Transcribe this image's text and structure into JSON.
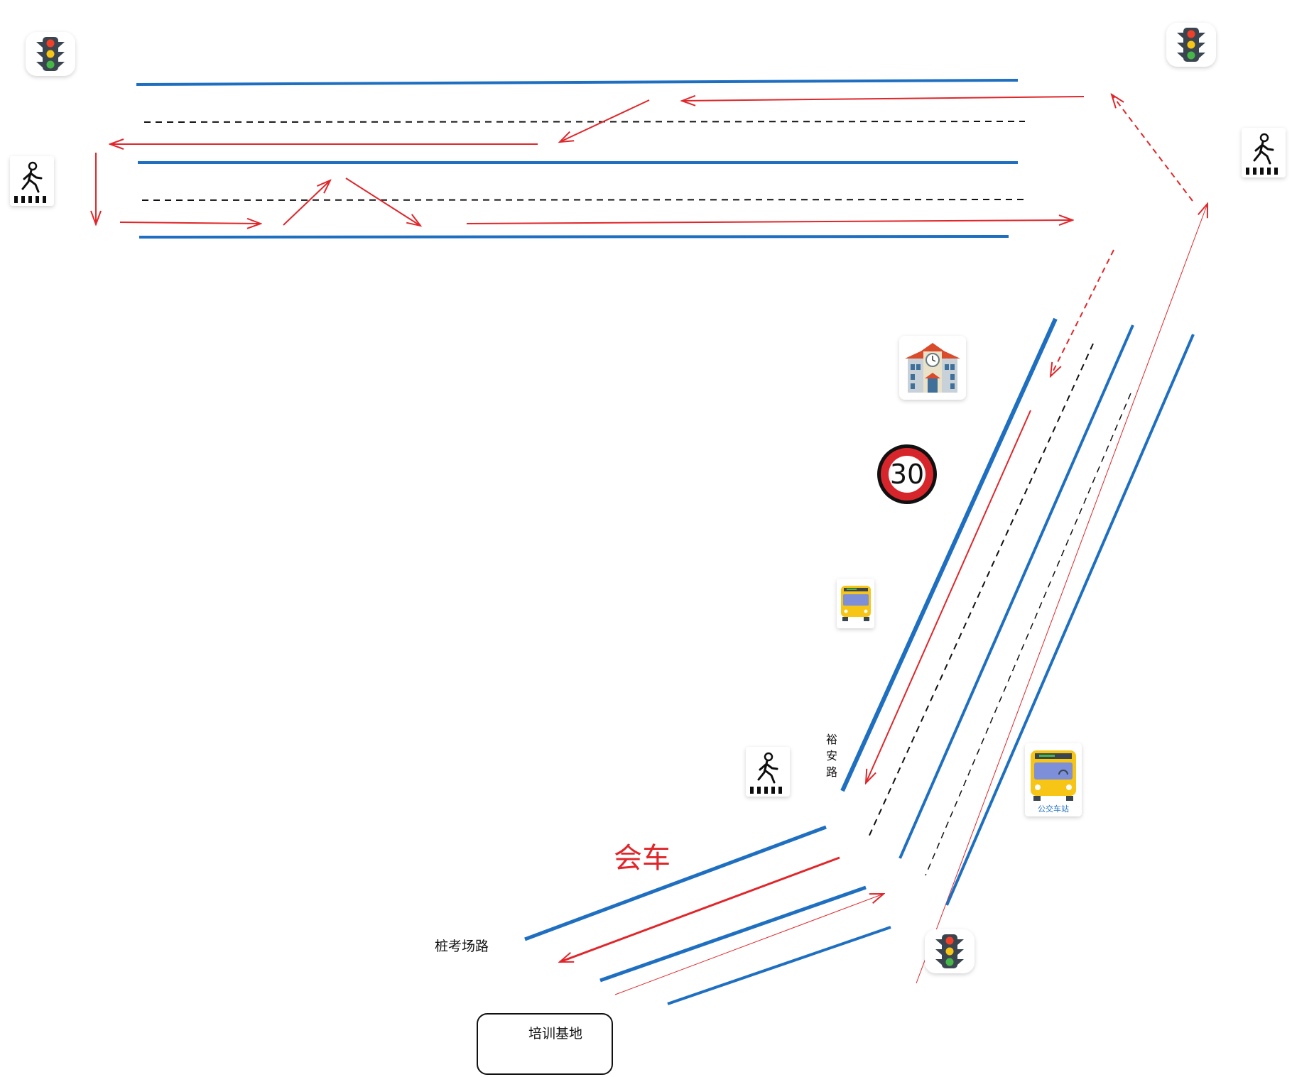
{
  "labels": {
    "road_yuan": "裕安路",
    "road_zhuang": "桩考场路",
    "meeting": "会车",
    "training_base": "培训基地",
    "bus_station": "公交车站",
    "speed_limit": "30"
  },
  "colors": {
    "road": "#1f6fc1",
    "route": "#e0262a",
    "lane_divider": "#111111",
    "sign_red": "#d7262b"
  },
  "icons": [
    "traffic-light-icon",
    "traffic-light-icon",
    "traffic-light-icon",
    "pedestrian-crossing-icon",
    "pedestrian-crossing-icon",
    "pedestrian-crossing-icon",
    "school-building-icon",
    "speed-limit-sign-icon",
    "bus-icon",
    "bus-stop-icon"
  ]
}
